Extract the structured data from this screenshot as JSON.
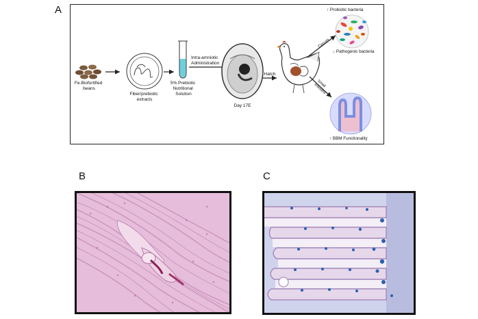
{
  "figure": {
    "panel_a_label": "A",
    "panel_b_label": "B",
    "panel_c_label": "C"
  },
  "schematic": {
    "step1": [
      "Fe-Biofortified",
      "beans"
    ],
    "step2": [
      "Fiber/prebiotic",
      "extracts"
    ],
    "step3": [
      "5% Prebiotic",
      "Nutritional",
      "Solution"
    ],
    "arrow_label": [
      "Intra-amniotic",
      "Administration"
    ],
    "egg_label": "Day 17E",
    "hatch_label": "Hatch",
    "cecum_label": "Cecum",
    "intestine_label": [
      "Small",
      "Intestine"
    ],
    "probiotic_label": "↑ Probiotic bacteria",
    "pathogenic_label": "↓ Pathogenic bacteria",
    "bbm_label": "↑ BBM Functionality"
  },
  "colors": {
    "tube_fluid": "#6fd0dc",
    "bbm_circle": "#d7dbff",
    "villus": "#7b8fe0",
    "he_stain": "#e6bddb",
    "ab_stain": "#cfd3ec"
  }
}
